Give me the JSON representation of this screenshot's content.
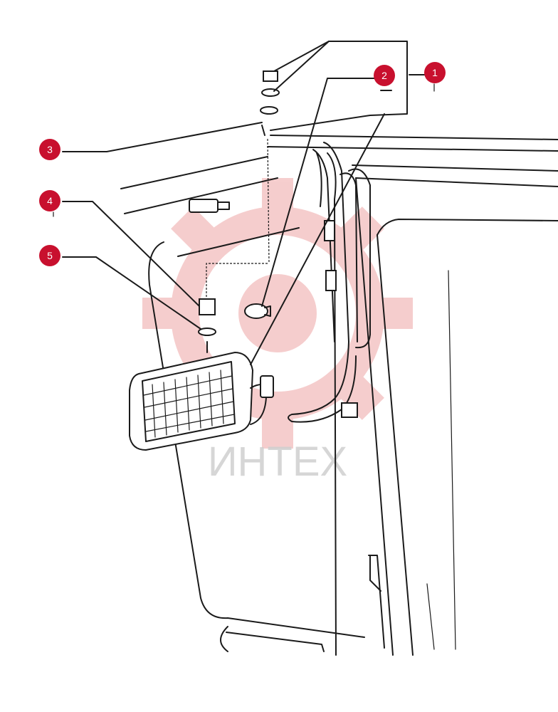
{
  "callouts": [
    {
      "number": "1"
    },
    {
      "number": "2"
    },
    {
      "number": "3"
    },
    {
      "number": "4"
    },
    {
      "number": "5"
    }
  ],
  "watermark": {
    "text": "ИНТЕХ",
    "color": "#e8a0a0"
  },
  "colors": {
    "callout": "#c8102e",
    "line": "#1a1a1a"
  }
}
